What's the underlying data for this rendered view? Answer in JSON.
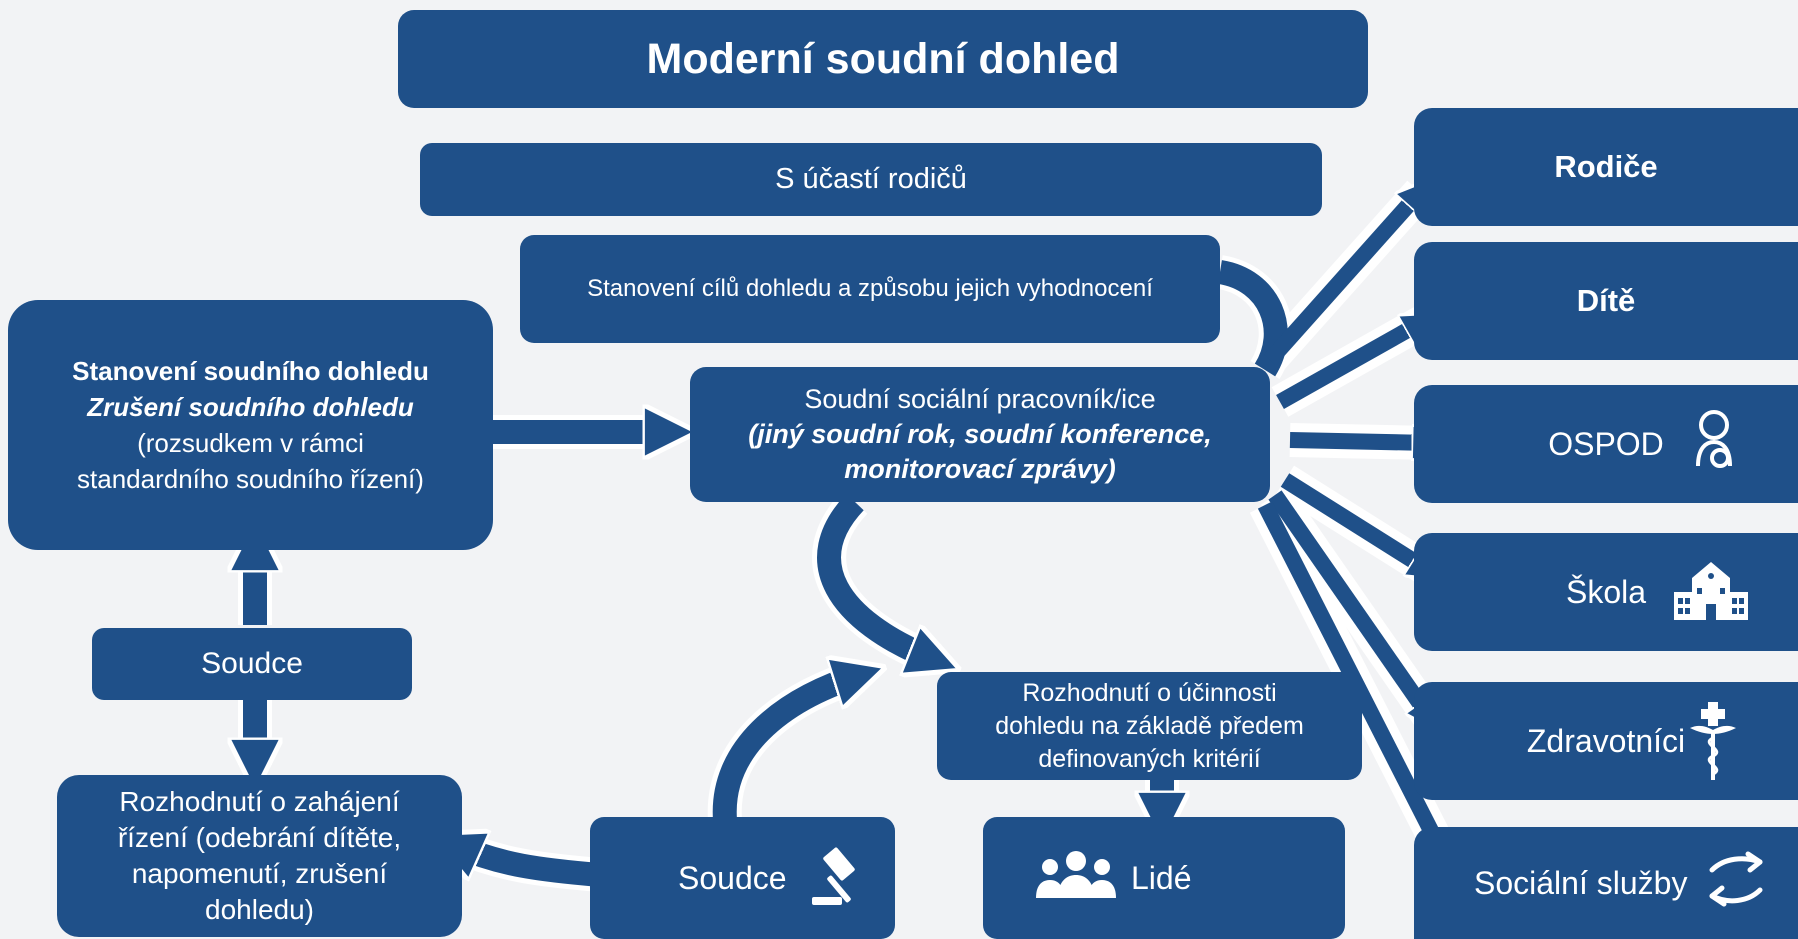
{
  "title": "Moderní soudní dohled",
  "subtitle": "S účastí rodičů",
  "goals_box": "Stanovení cílů dohledu a způsobu jejich vyhodnocení",
  "establish_box": {
    "line1": "Stanovení soudního dohledu",
    "line2": "Zrušení soudního dohledu",
    "line3": "(rozsudkem v rámci",
    "line4": "standardního soudního řízení)"
  },
  "judge_top": "Soudce",
  "decision_start_box": {
    "line1": "Rozhodnutí o zahájení",
    "line2": "řízení (odebrání dítěte,",
    "line3": "napomenutí, zrušení",
    "line4": "dohledu)"
  },
  "social_worker_box": {
    "line1": "Soudní sociální pracovník/ice",
    "line2": "(jiný soudní rok, soudní konference,",
    "line3": "monitorovací zprávy)"
  },
  "effectiveness_box": {
    "line1": "Rozhodnutí o účinnosti",
    "line2": "dohledu na základě předem",
    "line3": "definovaných kritérií"
  },
  "judge_bottom": "Soudce",
  "people": "Lidé",
  "right_boxes": [
    "Rodiče",
    "Dítě",
    "OSPOD",
    "Škola",
    "Zdravotníci",
    "Sociální služby"
  ],
  "icons": {
    "ospod": "mother-child-icon",
    "school": "school-building-icon",
    "health": "caduceus-icon",
    "social": "helping-hands-icon",
    "judge": "gavel-icon",
    "people": "people-group-icon"
  },
  "colors": {
    "box": "#1f5089",
    "arrow": "#1f5089",
    "arrow_outline": "#ffffff",
    "background": "#f2f3f5",
    "text": "#ffffff"
  }
}
